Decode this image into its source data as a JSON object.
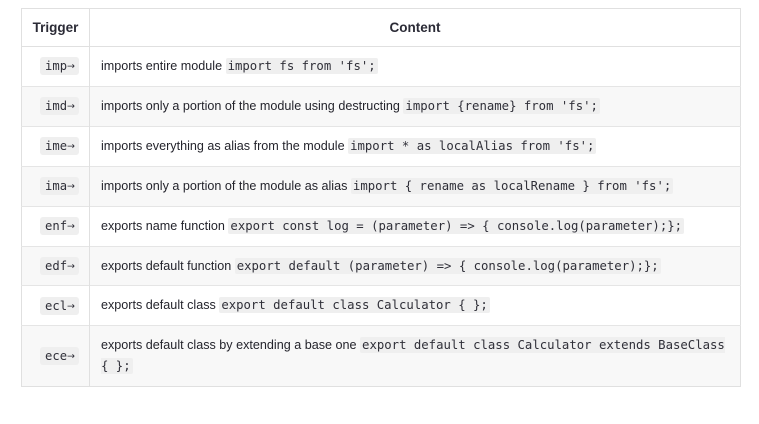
{
  "table": {
    "headers": {
      "trigger": "Trigger",
      "content": "Content"
    },
    "arrow_glyph": "→",
    "colors": {
      "chip_background": "#efefef",
      "code_background": "#efefef",
      "row_stripe": "#f8f8f8",
      "row_base": "#ffffff",
      "border": "#e0e0e0",
      "text": "#24242c",
      "header_text": "#2b2b36"
    },
    "rows": [
      {
        "trigger": "imp",
        "description": "imports entire module",
        "code": "import fs from 'fs';"
      },
      {
        "trigger": "imd",
        "description": "imports only a portion of the module using destructing",
        "code": "import {rename} from 'fs';"
      },
      {
        "trigger": "ime",
        "description": "imports everything as alias from the module",
        "code": "import * as localAlias from 'fs';"
      },
      {
        "trigger": "ima",
        "description": "imports only a portion of the module as alias",
        "code": "import { rename as localRename } from 'fs';"
      },
      {
        "trigger": "enf",
        "description": "exports name function",
        "code": "export const log = (parameter) => { console.log(parameter);};"
      },
      {
        "trigger": "edf",
        "description": "exports default function",
        "code": "export default (parameter) => { console.log(parameter);};"
      },
      {
        "trigger": "ecl",
        "description": "exports default class",
        "code": "export default class Calculator { };"
      },
      {
        "trigger": "ece",
        "description": "exports default class by extending a base one",
        "code": "export default class Calculator extends BaseClass { };"
      }
    ]
  }
}
